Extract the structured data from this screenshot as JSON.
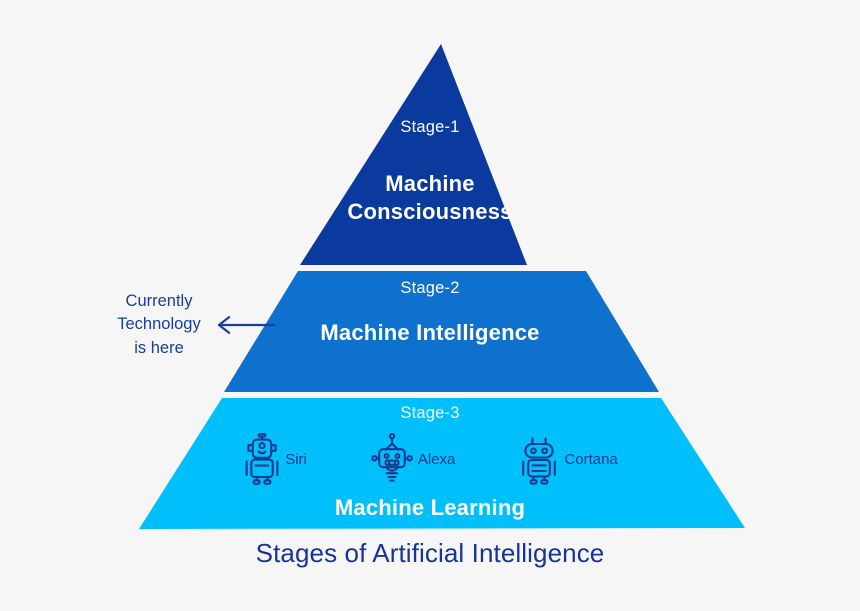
{
  "diagram": {
    "caption": "Stages of Artificial Intelligence",
    "background_color": "#f6f6f6",
    "caption_color": "#16349a",
    "annotation": {
      "text": "Currently\nTechnology\nis here",
      "color": "#1a3e9c",
      "arrow_icon": "left-arrow-icon",
      "arrow_direction": "left",
      "points_to": "Stage-2"
    },
    "tiers": [
      {
        "stage": "Stage-1",
        "title": "Machine\nConsciousness",
        "title_line1": "Machine",
        "title_line2": "Consciousness",
        "color": "#0a3a9e",
        "text_color": "#ffffff"
      },
      {
        "stage": "Stage-2",
        "title": "Machine Intelligence",
        "color": "#0d71cd",
        "text_color": "#ffffff"
      },
      {
        "stage": "Stage-3",
        "title": "Machine Learning",
        "color": "#00bffb",
        "text_color": "#ffffff",
        "assistants": [
          {
            "name": "Siri",
            "icon": "robot-icon"
          },
          {
            "name": "Alexa",
            "icon": "robot-icon"
          },
          {
            "name": "Cortana",
            "icon": "robot-icon"
          }
        ]
      }
    ]
  }
}
